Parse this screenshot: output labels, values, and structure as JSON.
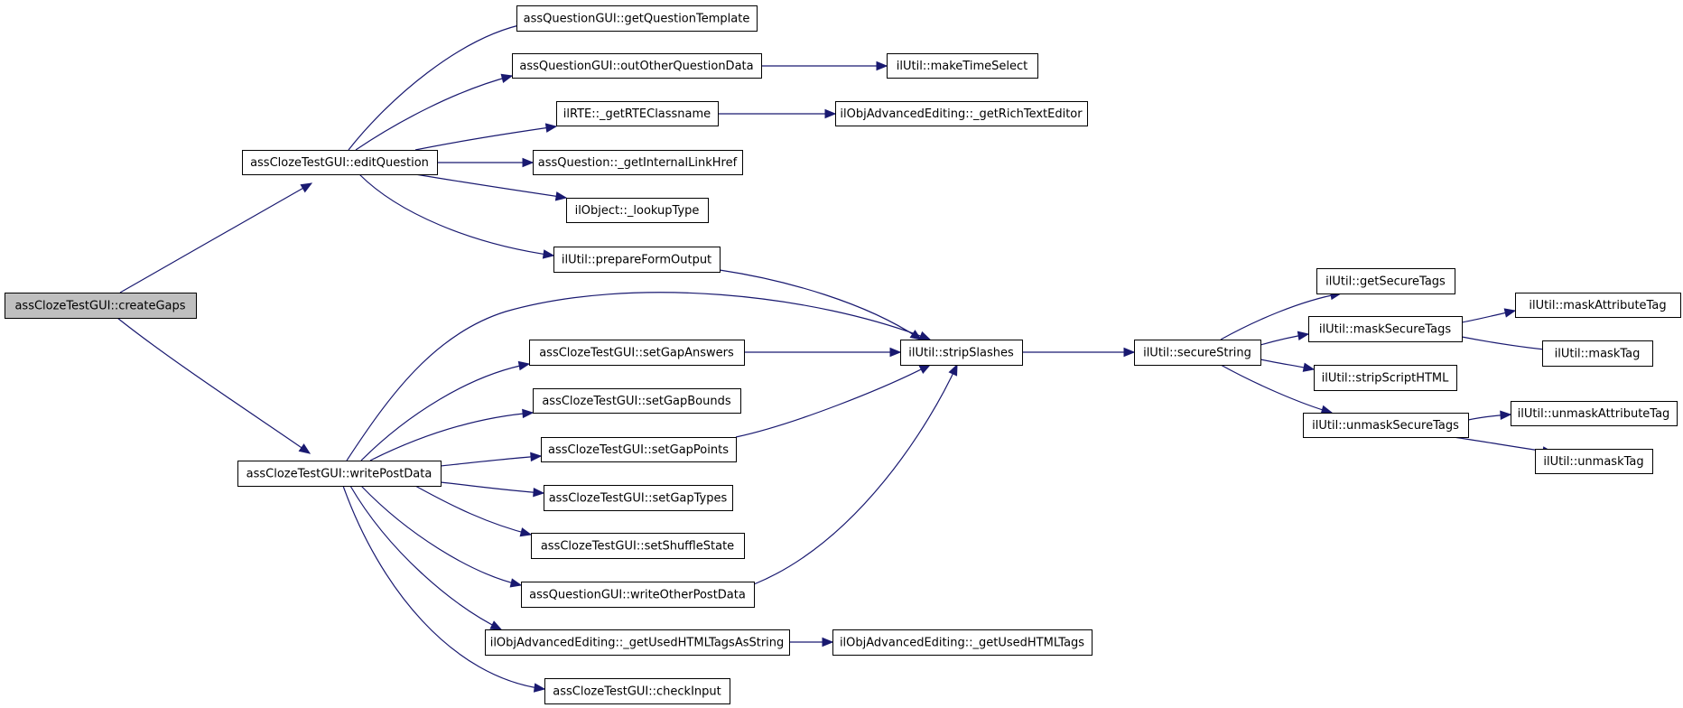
{
  "diagram": {
    "type": "call-graph",
    "colors": {
      "edge": "#191970",
      "node_border": "#000000",
      "root_fill": "#bfbfbf",
      "node_fill": "#ffffff"
    },
    "nodes": [
      {
        "id": "createGaps",
        "label": "assClozeTestGUI::createGaps",
        "root": true
      },
      {
        "id": "editQuestion",
        "label": "assClozeTestGUI::editQuestion"
      },
      {
        "id": "writePostData",
        "label": "assClozeTestGUI::writePostData"
      },
      {
        "id": "getQuestionTemplate",
        "label": "assQuestionGUI::getQuestionTemplate"
      },
      {
        "id": "outOtherQuestionData",
        "label": "assQuestionGUI::outOtherQuestionData"
      },
      {
        "id": "getRTEClassname",
        "label": "ilRTE::_getRTEClassname"
      },
      {
        "id": "getInternalLinkHref",
        "label": "assQuestion::_getInternalLinkHref"
      },
      {
        "id": "lookupType",
        "label": "ilObject::_lookupType"
      },
      {
        "id": "prepareFormOutput",
        "label": "ilUtil::prepareFormOutput"
      },
      {
        "id": "makeTimeSelect",
        "label": "ilUtil::makeTimeSelect"
      },
      {
        "id": "getRichTextEditor",
        "label": "ilObjAdvancedEditing::_getRichTextEditor"
      },
      {
        "id": "setGapAnswers",
        "label": "assClozeTestGUI::setGapAnswers"
      },
      {
        "id": "setGapBounds",
        "label": "assClozeTestGUI::setGapBounds"
      },
      {
        "id": "setGapPoints",
        "label": "assClozeTestGUI::setGapPoints"
      },
      {
        "id": "setGapTypes",
        "label": "assClozeTestGUI::setGapTypes"
      },
      {
        "id": "setShuffleState",
        "label": "assClozeTestGUI::setShuffleState"
      },
      {
        "id": "writeOtherPostData",
        "label": "assQuestionGUI::writeOtherPostData"
      },
      {
        "id": "getUsedHTMLTagsAsString",
        "label": "ilObjAdvancedEditing::_getUsedHTMLTagsAsString"
      },
      {
        "id": "checkInput",
        "label": "assClozeTestGUI::checkInput"
      },
      {
        "id": "getUsedHTMLTags",
        "label": "ilObjAdvancedEditing::_getUsedHTMLTags"
      },
      {
        "id": "stripSlashes",
        "label": "ilUtil::stripSlashes"
      },
      {
        "id": "secureString",
        "label": "ilUtil::secureString"
      },
      {
        "id": "getSecureTags",
        "label": "ilUtil::getSecureTags"
      },
      {
        "id": "maskSecureTags",
        "label": "ilUtil::maskSecureTags"
      },
      {
        "id": "stripScriptHTML",
        "label": "ilUtil::stripScriptHTML"
      },
      {
        "id": "unmaskSecureTags",
        "label": "ilUtil::unmaskSecureTags"
      },
      {
        "id": "maskAttributeTag",
        "label": "ilUtil::maskAttributeTag"
      },
      {
        "id": "maskTag",
        "label": "ilUtil::maskTag"
      },
      {
        "id": "unmaskAttributeTag",
        "label": "ilUtil::unmaskAttributeTag"
      },
      {
        "id": "unmaskTag",
        "label": "ilUtil::unmaskTag"
      }
    ],
    "edges": [
      {
        "from": "createGaps",
        "to": "editQuestion"
      },
      {
        "from": "createGaps",
        "to": "writePostData"
      },
      {
        "from": "editQuestion",
        "to": "getQuestionTemplate"
      },
      {
        "from": "editQuestion",
        "to": "outOtherQuestionData"
      },
      {
        "from": "editQuestion",
        "to": "getRTEClassname"
      },
      {
        "from": "editQuestion",
        "to": "getInternalLinkHref"
      },
      {
        "from": "editQuestion",
        "to": "lookupType"
      },
      {
        "from": "editQuestion",
        "to": "prepareFormOutput"
      },
      {
        "from": "outOtherQuestionData",
        "to": "makeTimeSelect"
      },
      {
        "from": "getRTEClassname",
        "to": "getRichTextEditor"
      },
      {
        "from": "prepareFormOutput",
        "to": "stripSlashes"
      },
      {
        "from": "writePostData",
        "to": "stripSlashes"
      },
      {
        "from": "writePostData",
        "to": "setGapAnswers"
      },
      {
        "from": "writePostData",
        "to": "setGapBounds"
      },
      {
        "from": "writePostData",
        "to": "setGapPoints"
      },
      {
        "from": "writePostData",
        "to": "setGapTypes"
      },
      {
        "from": "writePostData",
        "to": "setShuffleState"
      },
      {
        "from": "writePostData",
        "to": "writeOtherPostData"
      },
      {
        "from": "writePostData",
        "to": "getUsedHTMLTagsAsString"
      },
      {
        "from": "writePostData",
        "to": "checkInput"
      },
      {
        "from": "setGapAnswers",
        "to": "stripSlashes"
      },
      {
        "from": "setGapPoints",
        "to": "stripSlashes"
      },
      {
        "from": "writeOtherPostData",
        "to": "stripSlashes"
      },
      {
        "from": "getUsedHTMLTagsAsString",
        "to": "getUsedHTMLTags"
      },
      {
        "from": "stripSlashes",
        "to": "secureString"
      },
      {
        "from": "secureString",
        "to": "getSecureTags"
      },
      {
        "from": "secureString",
        "to": "maskSecureTags"
      },
      {
        "from": "secureString",
        "to": "stripScriptHTML"
      },
      {
        "from": "secureString",
        "to": "unmaskSecureTags"
      },
      {
        "from": "maskSecureTags",
        "to": "maskAttributeTag"
      },
      {
        "from": "maskSecureTags",
        "to": "maskTag"
      },
      {
        "from": "unmaskSecureTags",
        "to": "unmaskAttributeTag"
      },
      {
        "from": "unmaskSecureTags",
        "to": "unmaskTag"
      }
    ]
  }
}
